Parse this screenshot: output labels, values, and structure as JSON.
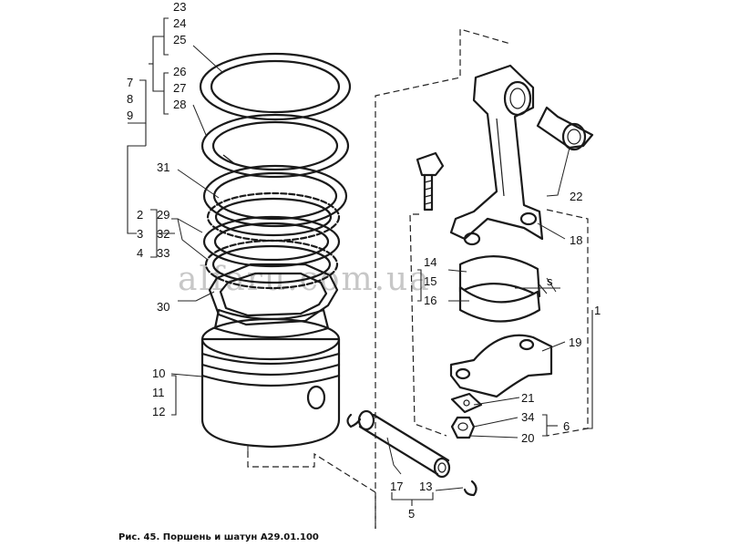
{
  "diagram": {
    "caption": "Рис. 45. Поршень и шатун А29.01.100",
    "watermark": "alfaru.com.ua",
    "labels": {
      "n1": "1",
      "n2": "2",
      "n3": "3",
      "n4": "4",
      "n5": "5",
      "n6": "6",
      "n7": "7",
      "n8": "8",
      "n9": "9",
      "n10": "10",
      "n11": "11",
      "n12": "12",
      "n13": "13",
      "n14": "14",
      "n15": "15",
      "n16": "16",
      "n17": "17",
      "n18": "18",
      "n19": "19",
      "n20": "20",
      "n21": "21",
      "n22": "22",
      "n23": "23",
      "n24": "24",
      "n25": "25",
      "n26": "26",
      "n27": "27",
      "n28": "28",
      "n29": "29",
      "n30": "30",
      "n31": "31",
      "n32": "32",
      "n33": "33",
      "n34": "34"
    }
  }
}
